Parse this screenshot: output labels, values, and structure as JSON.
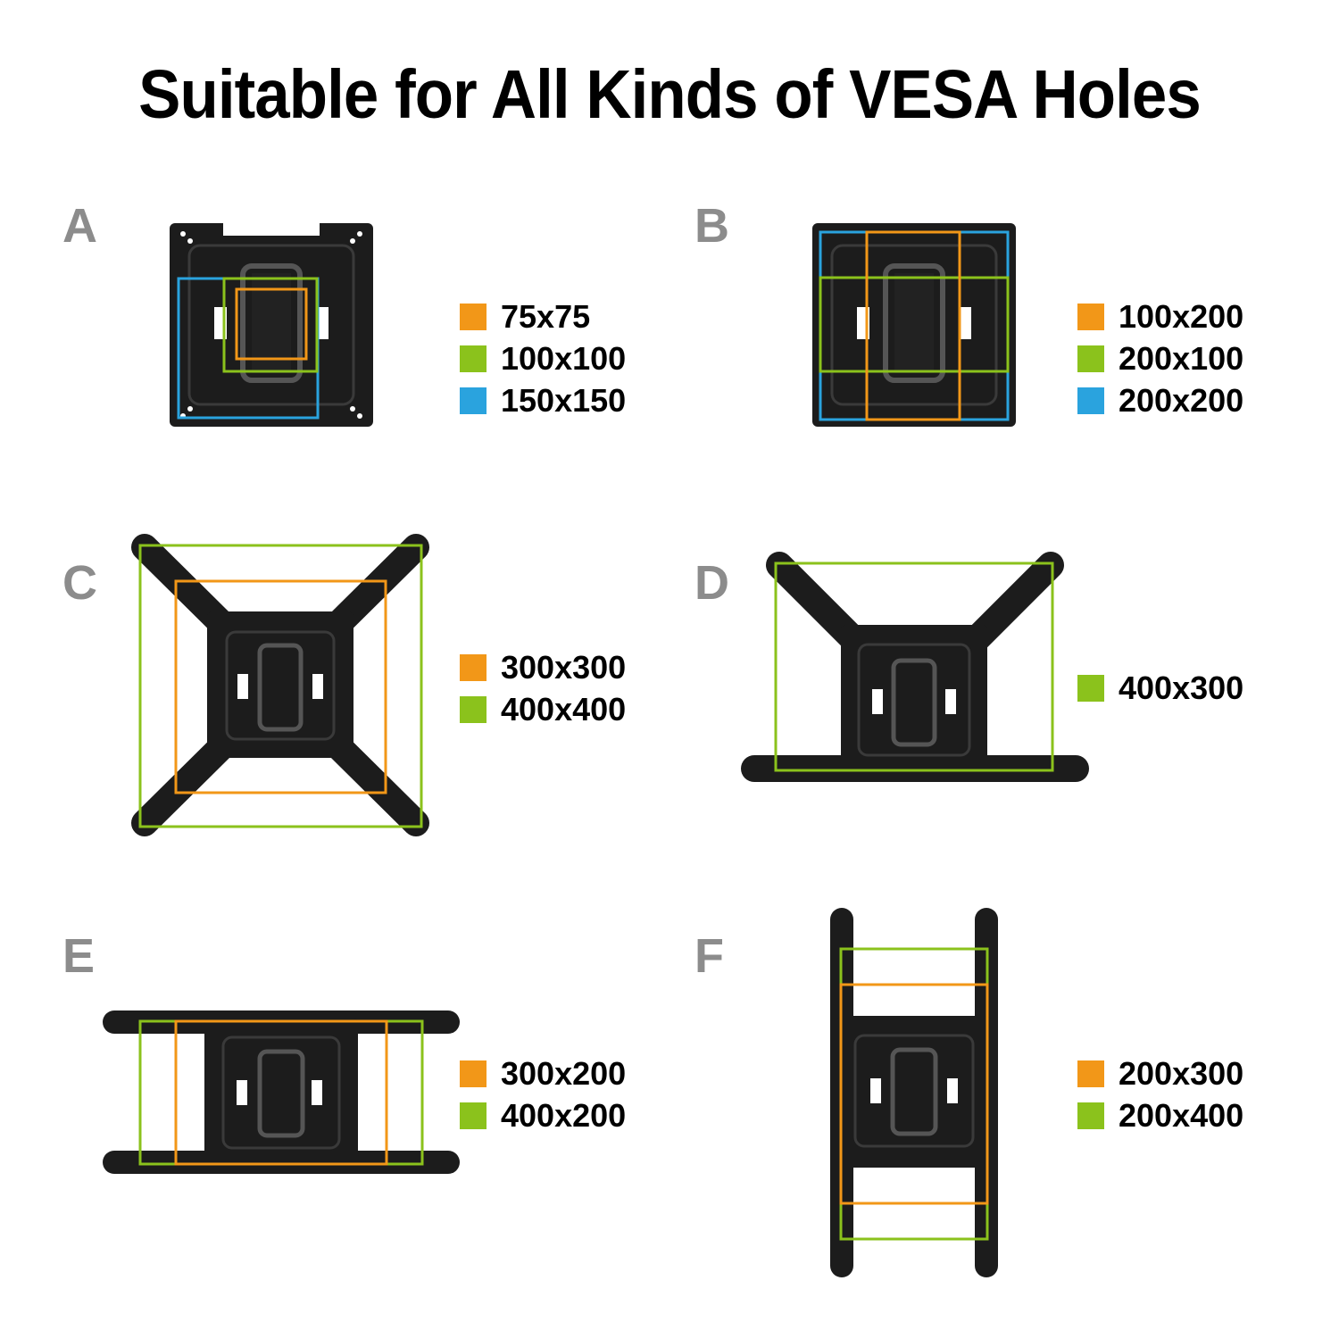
{
  "title": "Suitable for All Kinds of VESA Holes",
  "colors": {
    "orange": "#f29718",
    "green": "#8bc21c",
    "blue": "#2aa3de",
    "letter": "#8c8c8c",
    "plate": "#1c1c1c"
  },
  "sections": [
    {
      "letter": "A",
      "legend": [
        {
          "label": "75x75",
          "color": "#f29718"
        },
        {
          "label": "100x100",
          "color": "#8bc21c"
        },
        {
          "label": "150x150",
          "color": "#2aa3de"
        }
      ]
    },
    {
      "letter": "B",
      "legend": [
        {
          "label": "100x200",
          "color": "#f29718"
        },
        {
          "label": "200x100",
          "color": "#8bc21c"
        },
        {
          "label": "200x200",
          "color": "#2aa3de"
        }
      ]
    },
    {
      "letter": "C",
      "legend": [
        {
          "label": "300x300",
          "color": "#f29718"
        },
        {
          "label": "400x400",
          "color": "#8bc21c"
        }
      ]
    },
    {
      "letter": "D",
      "legend": [
        {
          "label": "400x300",
          "color": "#8bc21c"
        }
      ]
    },
    {
      "letter": "E",
      "legend": [
        {
          "label": "300x200",
          "color": "#f29718"
        },
        {
          "label": "400x200",
          "color": "#8bc21c"
        }
      ]
    },
    {
      "letter": "F",
      "legend": [
        {
          "label": "200x300",
          "color": "#f29718"
        },
        {
          "label": "200x400",
          "color": "#8bc21c"
        }
      ]
    }
  ]
}
